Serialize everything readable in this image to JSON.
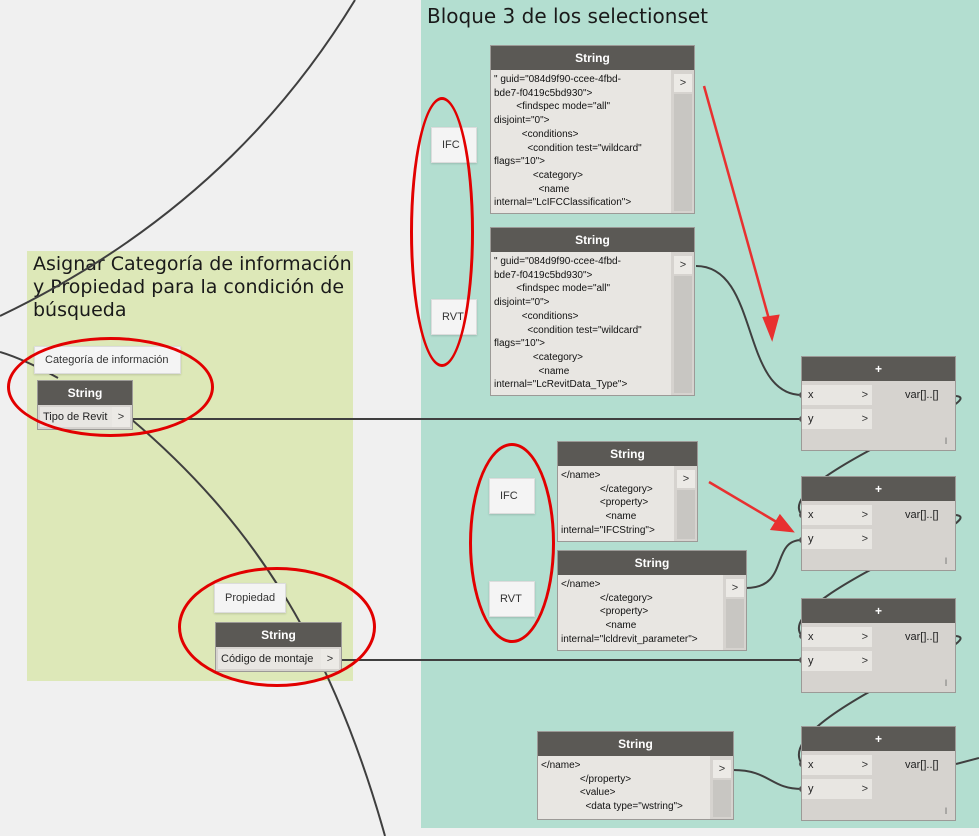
{
  "groups": {
    "selection": {
      "title": "Bloque 3 de los selectionset",
      "color": "#b3ded0"
    },
    "assign": {
      "title": "Asignar Categoría de información y Propiedad para la condición de búsqueda",
      "color": "#dde8b8"
    }
  },
  "notes": {
    "ifc1": "IFC",
    "rvt1": "RVT",
    "ifc2": "IFC",
    "rvt2": "RVT",
    "categoria": "Categoría de información",
    "propiedad": "Propiedad"
  },
  "string_nodes": {
    "s1": {
      "title": "String",
      "text": "\" guid=\"084d9f90-ccee-4fbd-\nbde7-f0419c5bd930\">\n        <findspec mode=\"all\"\ndisjoint=\"0\">\n          <conditions>\n            <condition test=\"wildcard\"\nflags=\"10\">\n              <category>\n                <name\ninternal=\"LcIFCClassification\">"
    },
    "s2": {
      "title": "String",
      "text": "\" guid=\"084d9f90-ccee-4fbd-\nbde7-f0419c5bd930\">\n        <findspec mode=\"all\"\ndisjoint=\"0\">\n          <conditions>\n            <condition test=\"wildcard\"\nflags=\"10\">\n              <category>\n                <name\ninternal=\"LcRevitData_Type\">"
    },
    "s3": {
      "title": "String",
      "text": "</name>\n              </category>\n              <property>\n                <name\ninternal=\"IFCString\">"
    },
    "s4": {
      "title": "String",
      "text": "</name>\n              </category>\n              <property>\n                <name\ninternal=\"lcldrevit_parameter\">"
    },
    "s5": {
      "title": "String",
      "text": "</name>\n              </property>\n              <value>\n                <data type=\"wstring\">"
    },
    "tipo": {
      "title": "String",
      "value": "Tipo de Revit"
    },
    "codigo": {
      "title": "String",
      "value": "Código de montaje"
    }
  },
  "add_nodes": {
    "title": "+",
    "input_x": "x",
    "input_y": "y",
    "output": "var[]..[]",
    "lacing": "l"
  },
  "icons": {
    "port_arrow": ">",
    "annotation_color": "#e20000"
  }
}
